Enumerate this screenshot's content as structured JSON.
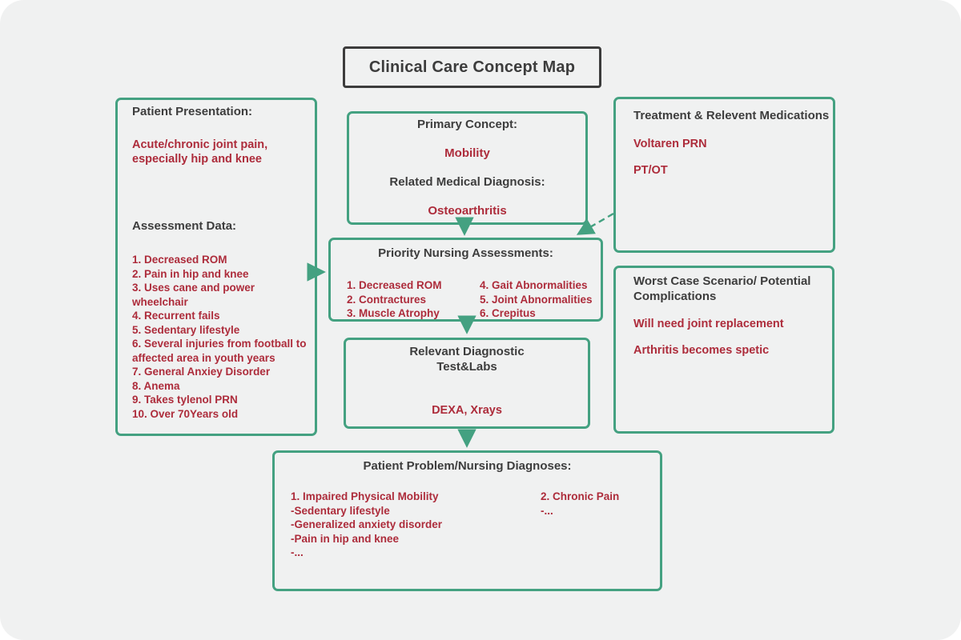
{
  "title": "Clinical Care Concept Map",
  "colors": {
    "accent_green": "#44a181",
    "text_red": "#ad2c3b",
    "text_dark": "#3d3d3d",
    "canvas_bg": "#f0f1f1"
  },
  "nodes": {
    "patient_presentation": {
      "heading": "Patient Presentation:",
      "presentation": "Acute/chronic joint pain,\nespecially hip and knee",
      "assessment_heading": "Assessment Data:",
      "assessment_items": [
        "1. Decreased ROM",
        "2. Pain in hip and knee",
        "3. Uses cane and power wheelchair",
        "4. Recurrent fails",
        "5. Sedentary lifestyle",
        "6. Several injuries from football to affected area in youth years",
        "7. General Anxiey Disorder",
        "8. Anema",
        "9. Takes tylenol PRN",
        "10. Over 70Years old"
      ]
    },
    "primary_concept": {
      "heading1": "Primary Concept:",
      "value1": "Mobility",
      "heading2": "Related Medical Diagnosis:",
      "value2": "Osteoarthritis"
    },
    "treatment": {
      "heading": "Treatment & Relevent Medications",
      "item1": "Voltaren PRN",
      "item2": "PT/OT"
    },
    "priority_assessments": {
      "heading": "Priority Nursing Assessments:",
      "col1": [
        "1. Decreased ROM",
        "2. Contractures",
        "3. Muscle Atrophy"
      ],
      "col2": [
        "4. Gait Abnormalities",
        "5. Joint Abnormalities",
        "6. Crepitus"
      ]
    },
    "worst_case": {
      "heading": "Worst Case Scenario/ Potential Complications",
      "item1": "Will need joint replacement",
      "item2": "Arthritis becomes spetic"
    },
    "diagnostics": {
      "heading": "Relevant Diagnostic\nTest&Labs",
      "value": "DEXA, Xrays"
    },
    "patient_problem": {
      "heading": "Patient Problem/Nursing Diagnoses:",
      "col1": [
        "1. Impaired Physical Mobility",
        "-Sedentary lifestyle",
        "-Generalized anxiety disorder",
        "-Pain in hip and knee",
        "-..."
      ],
      "col2": [
        "2. Chronic Pain",
        "-..."
      ]
    }
  },
  "edges": [
    {
      "from": "patient-presentation",
      "to": "priority-nursing-assessments",
      "style": "solid"
    },
    {
      "from": "primary-concept",
      "to": "priority-nursing-assessments",
      "style": "solid"
    },
    {
      "from": "treatment-medications",
      "to": "priority-nursing-assessments",
      "style": "dashed"
    },
    {
      "from": "priority-nursing-assessments",
      "to": "diagnostic-tests",
      "style": "solid"
    },
    {
      "from": "diagnostic-tests",
      "to": "patient-problem",
      "style": "solid"
    }
  ]
}
